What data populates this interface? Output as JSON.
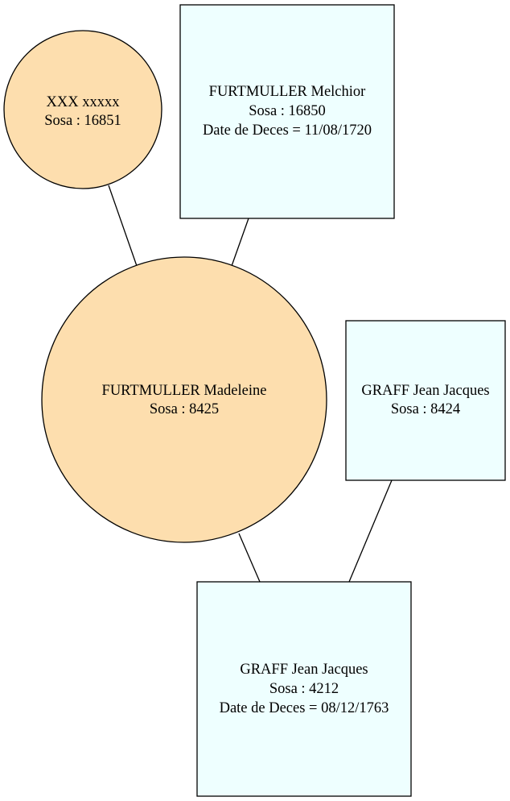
{
  "colors": {
    "female_fill": "#fddeae",
    "male_fill": "#eeffff",
    "stroke": "#000000",
    "background": "#ffffff"
  },
  "nodes": {
    "xxx": {
      "shape": "circle",
      "lines": [
        "XXX xxxxx",
        "Sosa : 16851"
      ]
    },
    "melchior": {
      "shape": "box",
      "lines": [
        "FURTMULLER Melchior",
        "Sosa : 16850",
        "Date de Deces = 11/08/1720"
      ]
    },
    "madeleine": {
      "shape": "circle",
      "lines": [
        "FURTMULLER Madeleine",
        "Sosa : 8425"
      ]
    },
    "graff_8424": {
      "shape": "box",
      "lines": [
        "GRAFF Jean Jacques",
        "Sosa : 8424"
      ]
    },
    "graff_4212": {
      "shape": "box",
      "lines": [
        "GRAFF Jean Jacques",
        "Sosa : 4212",
        "Date de Deces = 08/12/1763"
      ]
    }
  }
}
